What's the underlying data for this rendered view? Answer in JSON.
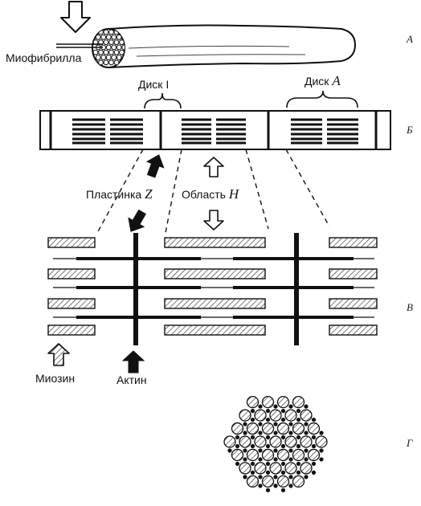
{
  "labels": {
    "myofibril": "Миофибрилла",
    "disc_i": "Диск I",
    "disc_a_word": "Диск",
    "disc_a_letter": "A",
    "z_plate_word": "Пластинка",
    "z_plate_letter": "Z",
    "h_zone_word": "Область",
    "h_zone_letter": "H",
    "myosin": "Миозин",
    "actin": "Актин"
  },
  "panels": {
    "a": "А",
    "b": "Б",
    "v": "В",
    "g": "Г"
  },
  "colors": {
    "ink": "#111111",
    "hatch": "#333333",
    "paper": "#ffffff"
  }
}
